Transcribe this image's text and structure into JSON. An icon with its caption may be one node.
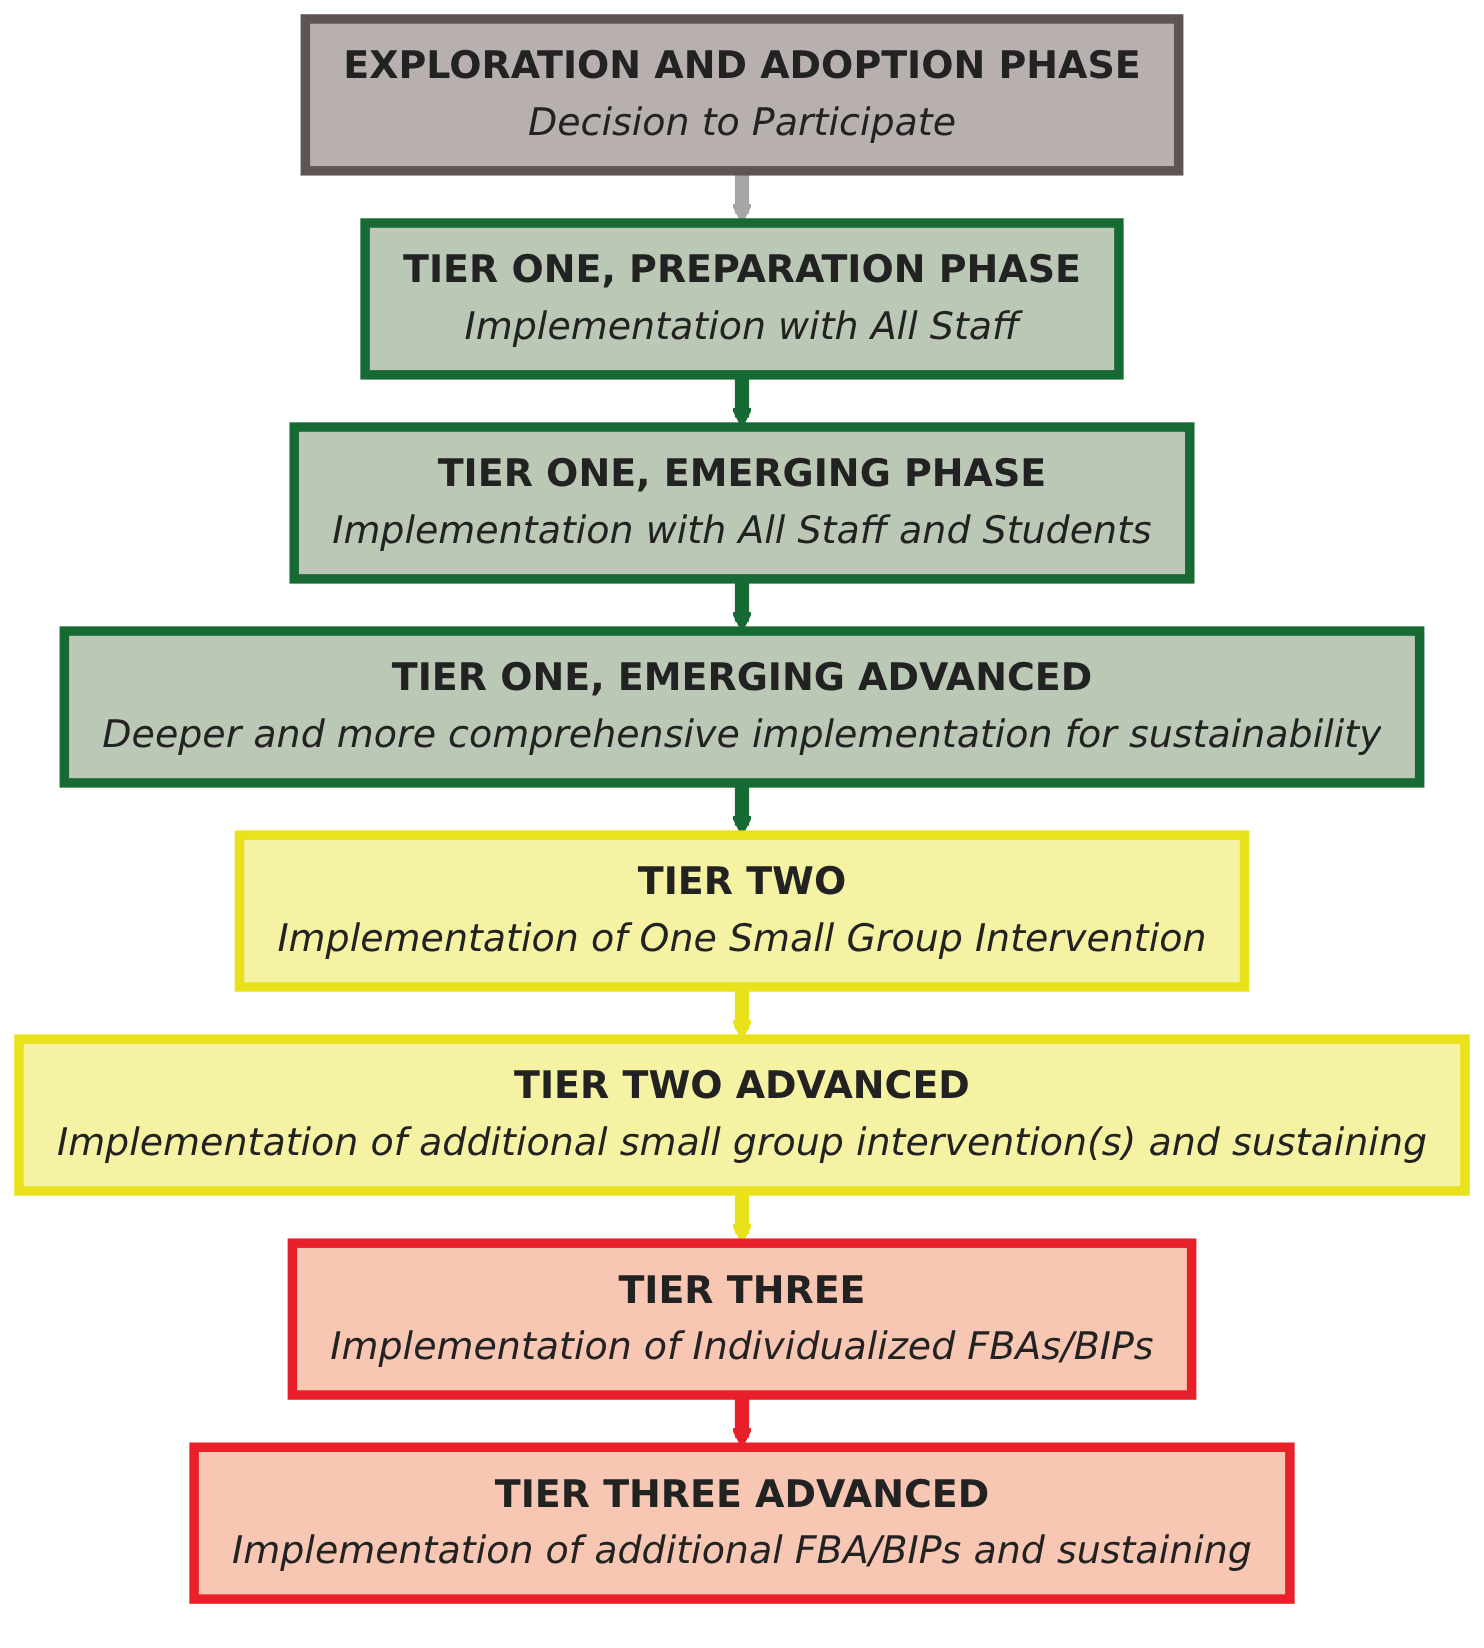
{
  "diagram": {
    "nodes": [
      {
        "text": [
          "EXPLORATION AND ADOPTION PHASE",
          "Decision to Participate"
        ]
      },
      {
        "text": [
          "TIER ONE, PREPARATION PHASE",
          "Implementation with All Staff"
        ]
      },
      {
        "text": [
          "TIER ONE, EMERGING PHASE",
          "Implementation with All Staff and Students"
        ]
      },
      {
        "text": [
          "TIER ONE, EMERGING ADVANCED",
          "Deeper and more comprehensive implementation for sustainability"
        ]
      },
      {
        "text": [
          "TIER TWO",
          "Implementation of One Small Group Intervention"
        ]
      },
      {
        "text": [
          "TIER TWO ADVANCED",
          "Implementation of additional small group intervention(s) and sustaining"
        ]
      },
      {
        "text": [
          "TIER THREE",
          "Implementation of Individualized FBAs/BIPs"
        ]
      },
      {
        "text": [
          "TIER THREE ADVANCED",
          "Implementation of additional FBA/BIPs and sustaining"
        ]
      }
    ],
    "edges": [
      {
        "from": 0,
        "to": 1,
        "arrow": "to",
        "color": "#a6a6a6"
      },
      {
        "from": 1,
        "to": 2,
        "arrow": "to"
      },
      {
        "from": 2,
        "to": 3,
        "arrow": "to"
      },
      {
        "from": 3,
        "to": 4,
        "arrow": "to"
      },
      {
        "from": 4,
        "to": 5,
        "arrow": "to",
        "color": "#e9e21b"
      },
      {
        "from": 5,
        "to": 6,
        "arrow": "to",
        "color": "#e9e21b"
      },
      {
        "from": 6,
        "to": 7,
        "arrow": "to",
        "color": "#e8202a"
      }
    ]
  }
}
